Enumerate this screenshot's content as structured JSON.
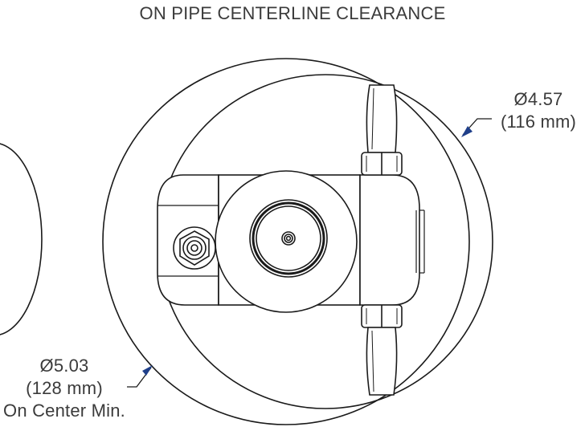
{
  "title": "ON PIPE CENTERLINE CLEARANCE",
  "dimension_outer": {
    "diameter": "Ø4.57",
    "metric": "(116 mm)"
  },
  "dimension_center": {
    "diameter": "Ø5.03",
    "metric": "(128 mm)",
    "note": "On Center Min."
  },
  "colors": {
    "line": "#1a1a1a",
    "text": "#3b3b3b",
    "arrow": "#1f3f8a"
  }
}
